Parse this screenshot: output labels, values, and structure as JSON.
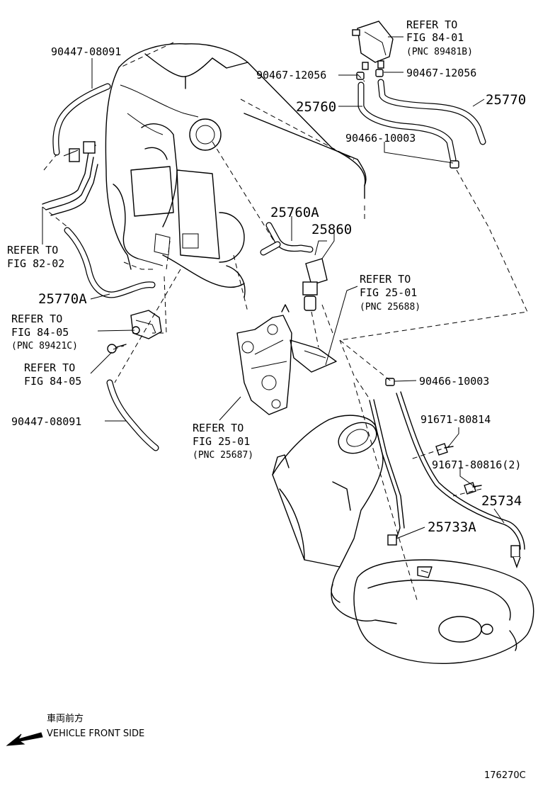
{
  "labels": {
    "l_90447_top": "90447-08091",
    "l_refer_84_01_a": "REFER TO",
    "l_refer_84_01_b": "FIG 84-01",
    "l_refer_84_01_c": "(PNC 89481B)",
    "l_90467_left": "90467-12056",
    "l_90467_right": "90467-12056",
    "l_25760": "25760",
    "l_25770": "25770",
    "l_90466_top": "90466-10003",
    "l_refer_82_02_a": "REFER TO",
    "l_refer_82_02_b": "FIG 82-02",
    "l_25760a": "25760A",
    "l_25860": "25860",
    "l_refer_25_01_a": "REFER TO",
    "l_refer_25_01_b": "FIG 25-01",
    "l_refer_25_01_c": "(PNC 25688)",
    "l_25770a": "25770A",
    "l_refer_84_05_a": "REFER TO",
    "l_refer_84_05_b": "FIG 84-05",
    "l_refer_84_05_c": "(PNC 89421C)",
    "l_refer_84_05b_a": "REFER TO",
    "l_refer_84_05b_b": "FIG 84-05",
    "l_90466_mid": "90466-10003",
    "l_91671_80814": "91671-80814",
    "l_90447_bottom": "90447-08091",
    "l_refer_25_01b_a": "REFER TO",
    "l_refer_25_01b_b": "FIG 25-01",
    "l_refer_25_01b_c": "(PNC 25687)",
    "l_91671_80816": "91671-80816(2)",
    "l_25734": "25734",
    "l_25733a": "25733A",
    "l_front_jp": "車両前方",
    "l_front_en": "VEHICLE FRONT SIDE",
    "l_figure_no": "176270C"
  },
  "icons": {
    "front_arrow": "arrow-left-down-icon"
  }
}
